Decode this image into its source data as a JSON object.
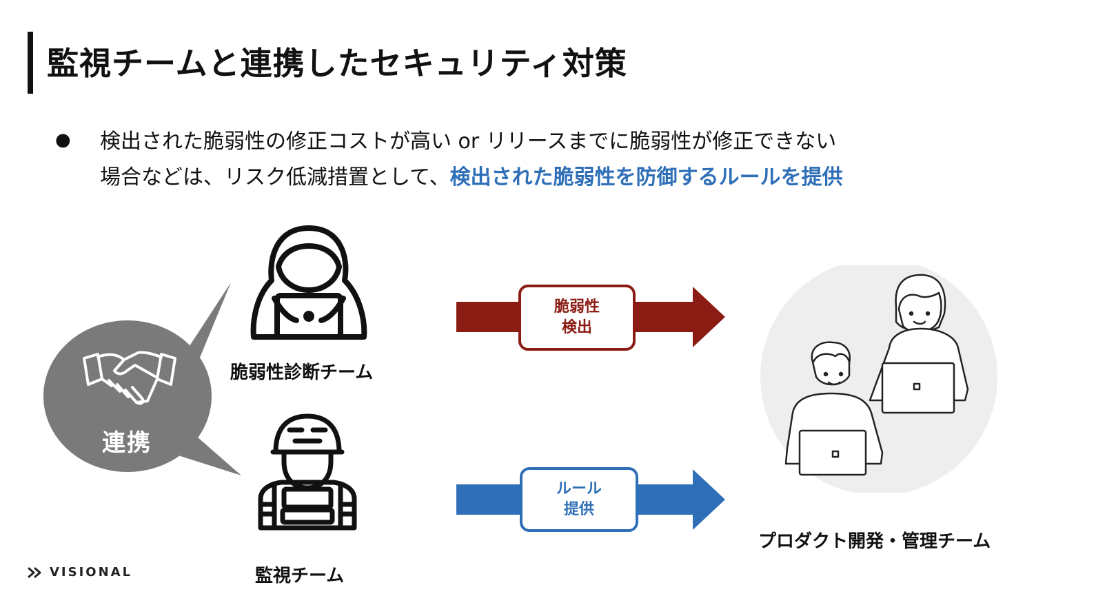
{
  "slide": {
    "title": "監視チームと連携したセキュリティ対策",
    "bullet_marker": "●",
    "body_line1": "検出された脆弱性の修正コストが高い or リリースまでに脆弱性が修正できない",
    "body_line2_prefix": "場合などは、リスク低減措置として、",
    "body_line2_highlight": "検出された脆弱性を防御するルールを提供"
  },
  "diagram": {
    "bubble_label": "連携",
    "team_vuln": "脆弱性診断チーム",
    "team_monitor": "監視チーム",
    "team_product": "プロダクト開発・管理チーム",
    "arrow_top": {
      "line1": "脆弱性",
      "line2": "検出",
      "color": "#8b1c14"
    },
    "arrow_bottom": {
      "line1": "ルール",
      "line2": "提供",
      "color": "#2f6fb8"
    },
    "icons": [
      "handshake-icon",
      "hacker-icon",
      "soldier-icon",
      "developers-icon"
    ]
  },
  "footer": {
    "logo_text": "VISIONAL"
  },
  "colors": {
    "accent_blue": "#2f6fb8",
    "accent_red": "#8b1c14",
    "bubble_gray": "#7a7a7a"
  }
}
